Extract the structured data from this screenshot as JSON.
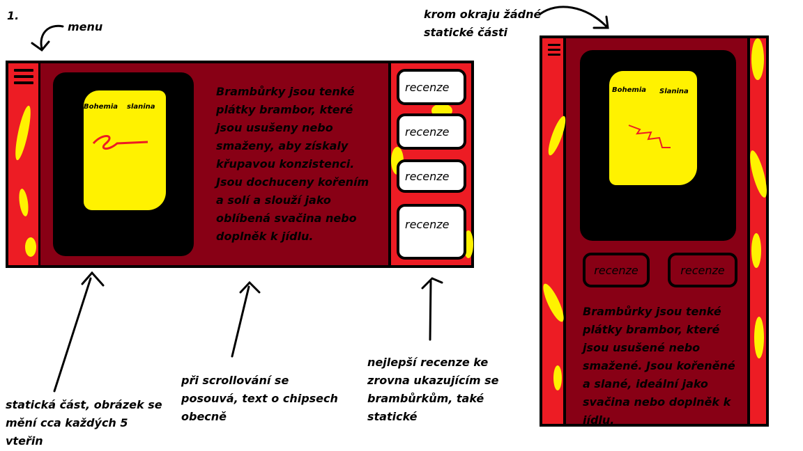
{
  "colors": {
    "dark_red": "#880015",
    "red": "#ed1c24",
    "yellow": "#fff200"
  },
  "annotations": {
    "number": "1.",
    "menu": "menu",
    "no_static": [
      "krom okraju žádné",
      "statické části"
    ],
    "static_image": [
      "statická část, obrázek se",
      "mění cca každých 5",
      "vteřin"
    ],
    "scroll_text": [
      "při scrollování se",
      "posouvá, text o chipsech",
      "obecně"
    ],
    "best_reviews": [
      "nejlepší recenze ke",
      "zrovna ukazujícím se",
      "brambůrkům, také",
      "statické"
    ]
  },
  "wide": {
    "chip_labels": [
      "Bohemia",
      "slanina"
    ],
    "text": [
      "Brambůrky jsou tenké",
      "plátky brambor, které",
      "jsou usušeny nebo",
      "smaženy, aby získaly",
      "křupavou konzistenci.",
      "Jsou dochuceny kořením",
      "a solí a slouží jako",
      "oblíbená svačina nebo",
      "doplněk k jídlu."
    ],
    "reviews": [
      "recenze",
      "recenze",
      "recenze",
      "recenze"
    ]
  },
  "mobile": {
    "chip_labels": [
      "Bohemia",
      "Slanina"
    ],
    "reviews": [
      "recenze",
      "recenze"
    ],
    "text": [
      "Brambůrky jsou tenké",
      "plátky brambor, které",
      "jsou usušené nebo",
      "smažené. Jsou kořeněné",
      "a slané, ideální jako",
      "svačina nebo doplněk k",
      "jídlu."
    ]
  }
}
